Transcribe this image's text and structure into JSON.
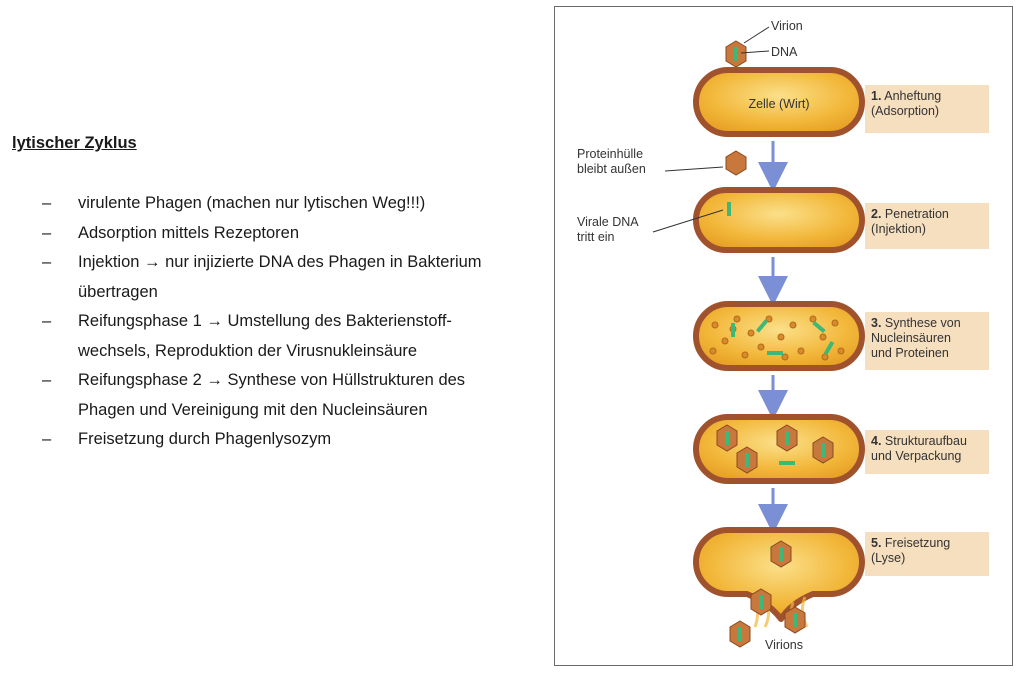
{
  "notes": {
    "heading": "lytischer Zyklus",
    "bullet": "–",
    "items": [
      "virulente Phagen (machen nur lytischen Weg!!!)",
      "Adsorption mittels Rezeptoren",
      "Injektion → nur injizierte DNA des Phagen in Bakterium",
      "übertragen",
      "Reifungsphase 1 → Umstellung des Bakterienstoff-",
      "wechsels, Reproduktion der Virusnukleinsäure",
      "Reifungsphase 2 → Synthese von Hüllstrukturen des",
      "Phagen und Vereinigung mit den Nucleinsäuren",
      "Freisetzung durch Phagenlysozym"
    ]
  },
  "figure": {
    "label_virion": "Virion",
    "label_dna": "DNA",
    "cell_label": "Zelle (Wirt)",
    "protein_shell_line1": "Proteinhülle",
    "protein_shell_line2": "bleibt außen",
    "viral_dna_line1": "Virale DNA",
    "viral_dna_line2": "tritt ein",
    "virions_label": "Virions",
    "steps": [
      {
        "num": "1.",
        "line1": "Anheftung",
        "line2": "(Adsorption)",
        "line3": ""
      },
      {
        "num": "2.",
        "line1": "Penetration",
        "line2": "(Injektion)",
        "line3": ""
      },
      {
        "num": "3.",
        "line1": "Synthese von",
        "line2": "Nucleinsäuren",
        "line3": "und Proteinen"
      },
      {
        "num": "4.",
        "line1": "Strukturaufbau",
        "line2": "und Verpackung",
        "line3": ""
      },
      {
        "num": "5.",
        "line1": "Freisetzung",
        "line2": "(Lyse)",
        "line3": ""
      }
    ],
    "colors": {
      "cell_fill": "#f2b73a",
      "cell_border": "#a0522d",
      "capsid": "#c8783c",
      "dna": "#3cb878",
      "arrow": "#7a8fd6",
      "step_bg": "#f6dfbf"
    }
  }
}
